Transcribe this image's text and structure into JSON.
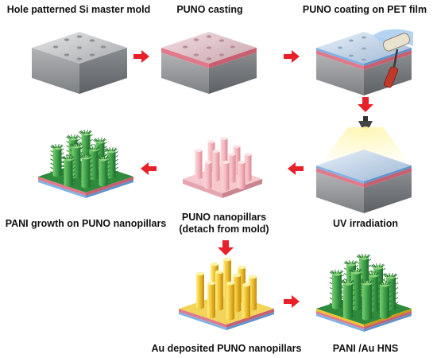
{
  "steps": {
    "master_mold": "Hole patterned Si master mold",
    "casting": "PUNO casting",
    "coating": "PUNO coating on PET film",
    "uv": "UV irradiation",
    "nanopillars_line1": "PUNO nanopillars",
    "nanopillars_line2": "(detach from mold)",
    "pani_growth": "PANI growth on PUNO nanopillars",
    "au_deposited": "Au deposited PUNO nanopillars",
    "hns": "PANI /Au HNS"
  },
  "colors": {
    "arrow": "#e8202a",
    "si_top": "#c9cbcd",
    "si_side": "#8f9295",
    "puno_layer": "#e07a8a",
    "pet_film": "#7fb2e5",
    "pillar_pink": "#f6c2c8",
    "pillar_gold": "#f2c533",
    "pani_green": "#3fa34d",
    "substrate_green": "#2e8b3e"
  },
  "icons": [
    "arrow-right-icon",
    "arrow-left-icon",
    "arrow-down-icon",
    "roller-icon",
    "uv-lamp-icon"
  ]
}
